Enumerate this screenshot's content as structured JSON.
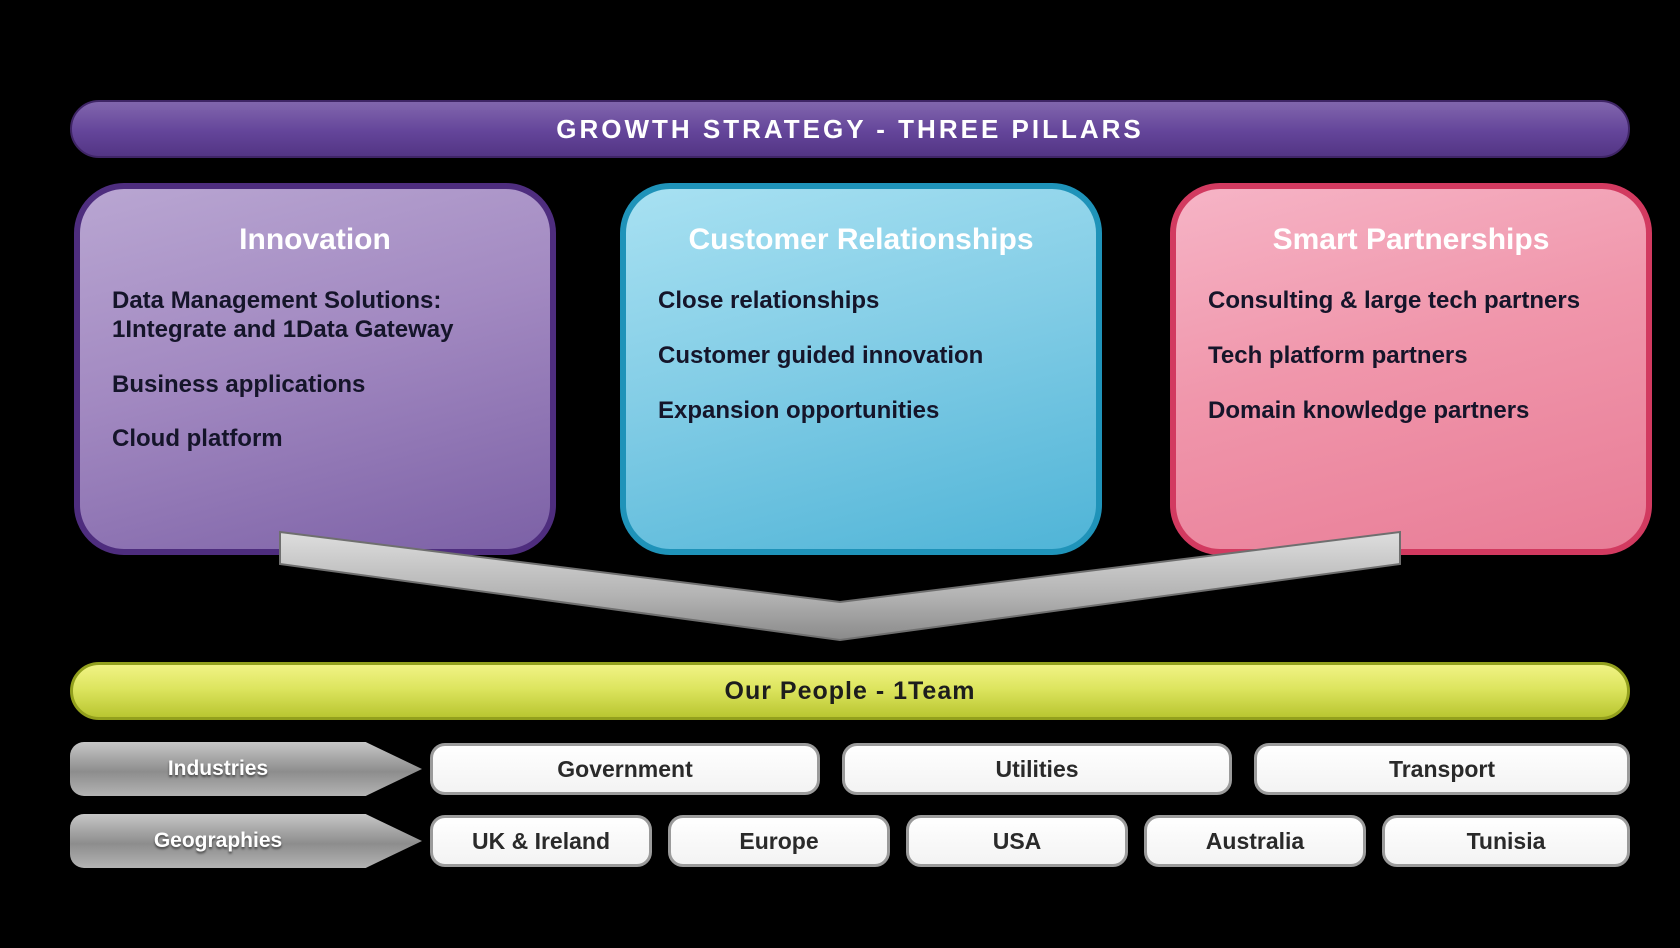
{
  "title_banner": {
    "label": "GROWTH STRATEGY - THREE PILLARS"
  },
  "pillars": [
    {
      "title": "Innovation",
      "items": [
        "Data Management Solutions:\n1Integrate and 1Data Gateway",
        "Business applications",
        "Cloud platform"
      ],
      "accent_color": "#4e2d7e"
    },
    {
      "title": "Customer Relationships",
      "items": [
        "Close relationships",
        "Customer guided innovation",
        "Expansion opportunities"
      ],
      "accent_color": "#1f93b9"
    },
    {
      "title": "Smart Partnerships",
      "items": [
        "Consulting & large tech partners",
        "Tech platform partners",
        "Domain knowledge partners"
      ],
      "accent_color": "#d23a60"
    }
  ],
  "people_banner": {
    "label": "Our People - 1Team",
    "accent_color": "#b9c631"
  },
  "industries": {
    "label": "Industries",
    "items": [
      "Government",
      "Utilities",
      "Transport"
    ]
  },
  "geographies": {
    "label": "Geographies",
    "items": [
      "UK & Ireland",
      "Europe",
      "USA",
      "Australia",
      "Tunisia"
    ]
  },
  "colors": {
    "background": "#000000",
    "top_banner_purple": "#64459a",
    "innovation_fill": "#9c84bd",
    "customers_fill": "#7fcce6",
    "partnerships_fill": "#ef93a9",
    "people_banner_green": "#d3dd52",
    "arrow_gray": "#aeaeae",
    "pill_border_gray": "#9b9b9b"
  }
}
